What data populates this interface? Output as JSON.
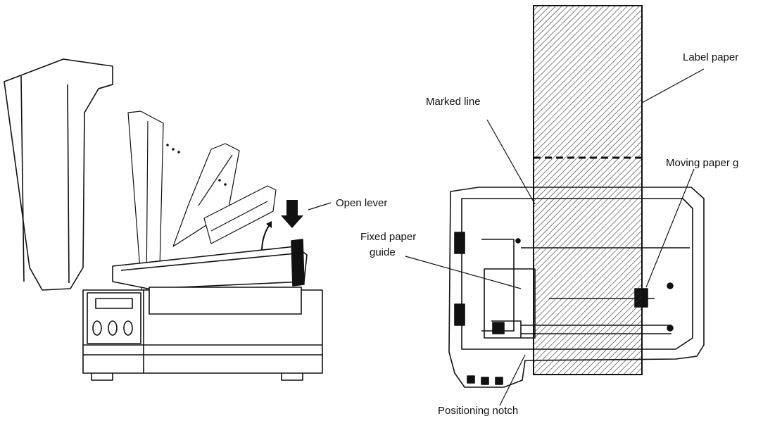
{
  "labels": {
    "open_lever": "Open lever",
    "marked_line": "Marked line",
    "label_paper": "Label paper",
    "moving_paper_guide": "Moving paper g",
    "fixed_paper_guide_line1": "Fixed paper",
    "fixed_paper_guide_line2": "guide",
    "positioning_notch": "Positioning notch"
  },
  "colors": {
    "ink": "#111111",
    "paper_fill": "#f4f4f4",
    "hatch": "#333333"
  }
}
